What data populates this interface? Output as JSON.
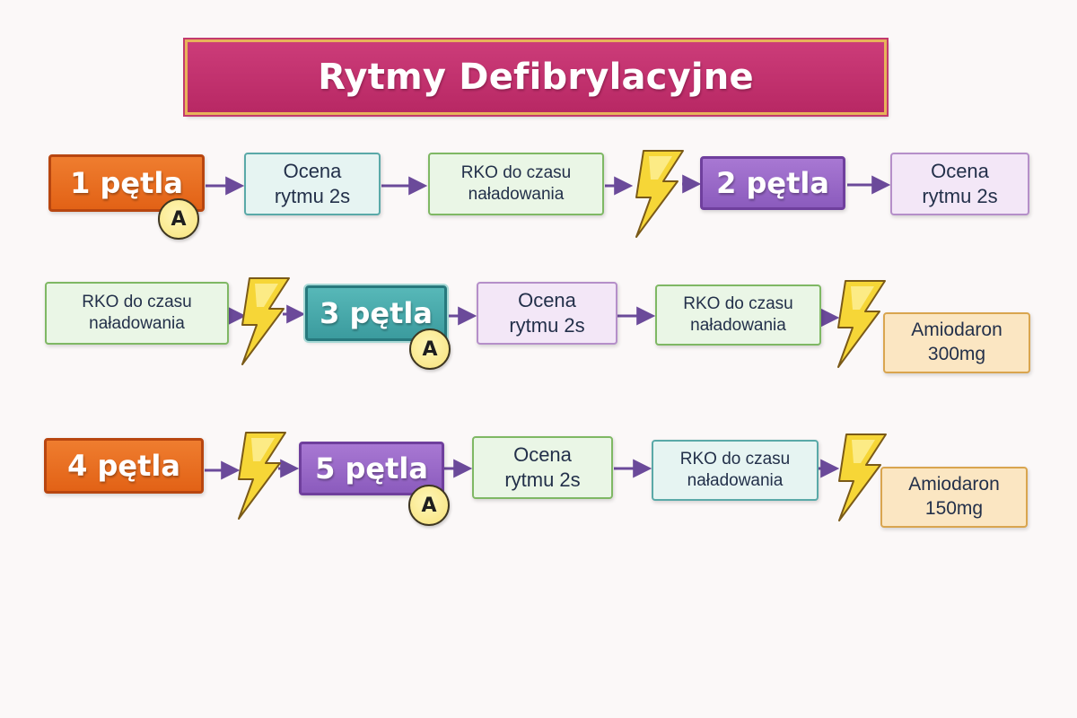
{
  "title": "Rytmy Defibrylacyjne",
  "badge_label": "A",
  "colors": {
    "title_bg": "#c2306e",
    "title_border": "#e8b35a",
    "arrow": "#6b4a9a",
    "bolt_fill": "#f6d637",
    "bolt_stroke": "#7a5a18",
    "loop_orange": "#e96a20",
    "loop_purple": "#9865c8",
    "loop_teal": "#45a8aa"
  },
  "rows": [
    {
      "steps": [
        {
          "label": "1 pętla",
          "kind": "loop",
          "color": "orange",
          "badge": true
        },
        {
          "label": "Ocena\nrytmu 2s",
          "kind": "step",
          "color": "teal"
        },
        {
          "label": "RKO do czasu\nnaładowania",
          "kind": "step",
          "color": "green"
        },
        {
          "kind": "shock",
          "icon": "lightning-bolt-icon"
        },
        {
          "label": "2 pętla",
          "kind": "loop",
          "color": "purple"
        },
        {
          "label": "Ocena\nrytmu 2s",
          "kind": "step",
          "color": "purple"
        }
      ]
    },
    {
      "steps": [
        {
          "label": "RKO do czasu\nnaładowania",
          "kind": "step",
          "color": "green"
        },
        {
          "kind": "shock",
          "icon": "lightning-bolt-icon"
        },
        {
          "label": "3 pętla",
          "kind": "loop",
          "color": "teal",
          "badge": true
        },
        {
          "label": "Ocena\nrytmu 2s",
          "kind": "step",
          "color": "purple"
        },
        {
          "label": "RKO do czasu\nnaładowania",
          "kind": "step",
          "color": "green"
        },
        {
          "kind": "shock",
          "icon": "lightning-bolt-icon"
        },
        {
          "label": "Amiodaron\n300mg",
          "kind": "drug"
        }
      ]
    },
    {
      "steps": [
        {
          "label": "4 pętla",
          "kind": "loop",
          "color": "orange"
        },
        {
          "kind": "shock",
          "icon": "lightning-bolt-icon"
        },
        {
          "label": "5 pętla",
          "kind": "loop",
          "color": "purple",
          "badge": true
        },
        {
          "label": "Ocena\nrytmu 2s",
          "kind": "step",
          "color": "green"
        },
        {
          "label": "RKO do czasu\nnaładowania",
          "kind": "step",
          "color": "teal"
        },
        {
          "kind": "shock",
          "icon": "lightning-bolt-icon"
        },
        {
          "label": "Amiodaron\n150mg",
          "kind": "drug"
        }
      ]
    }
  ]
}
